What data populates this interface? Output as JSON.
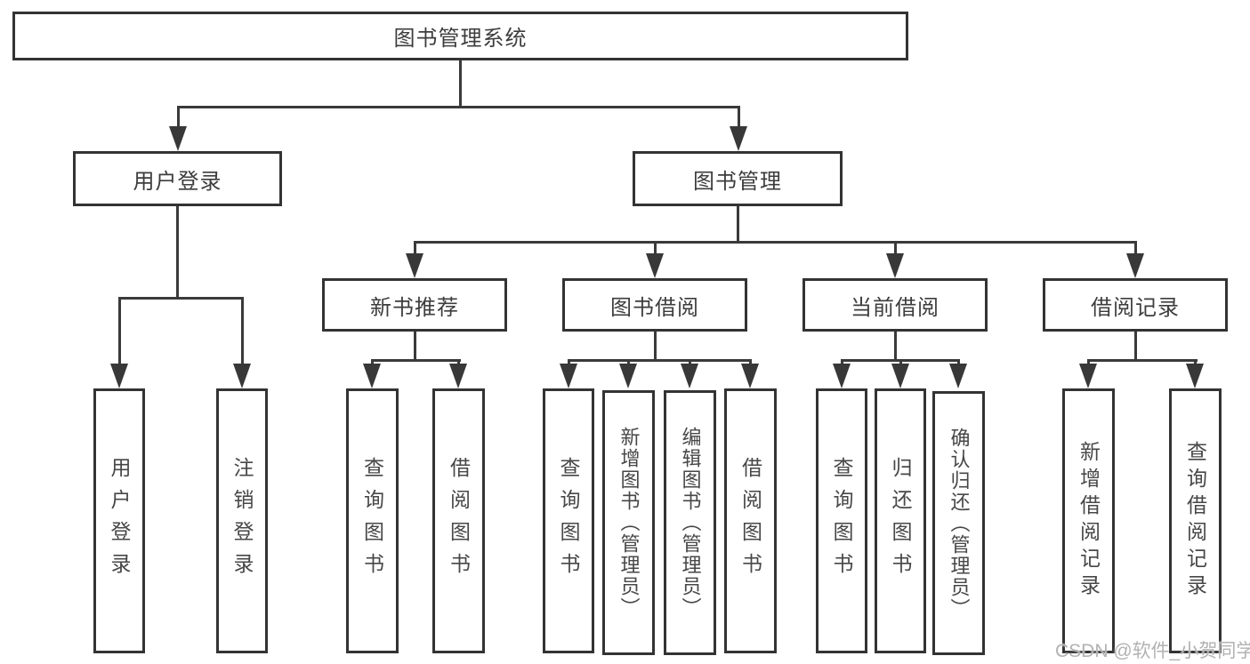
{
  "diagram": {
    "root": {
      "label": "图书管理系统"
    },
    "level2": [
      {
        "label": "用户登录"
      },
      {
        "label": "图书管理"
      }
    ],
    "user_login_children": [
      "用户登录",
      "注销登录"
    ],
    "groups": [
      {
        "label": "新书推荐",
        "children": [
          "查询图书",
          "借阅图书"
        ]
      },
      {
        "label": "图书借阅",
        "children": [
          "查询图书",
          "新增图书（管理员）",
          "编辑图书（管理员）",
          "借阅图书"
        ]
      },
      {
        "label": "当前借阅",
        "children": [
          "查询图书",
          "归还图书",
          "确认归还（管理员）"
        ]
      },
      {
        "label": "借阅记录",
        "children": [
          "新增借阅记录",
          "查询借阅记录"
        ]
      }
    ]
  },
  "watermark": {
    "text": "CSDN @软件_小贺同学"
  },
  "colors": {
    "line": "#3a3a3a",
    "box_border": "#333333",
    "text": "#3d3d3d",
    "watermark": "#b2b2b2",
    "background": "#ffffff"
  }
}
